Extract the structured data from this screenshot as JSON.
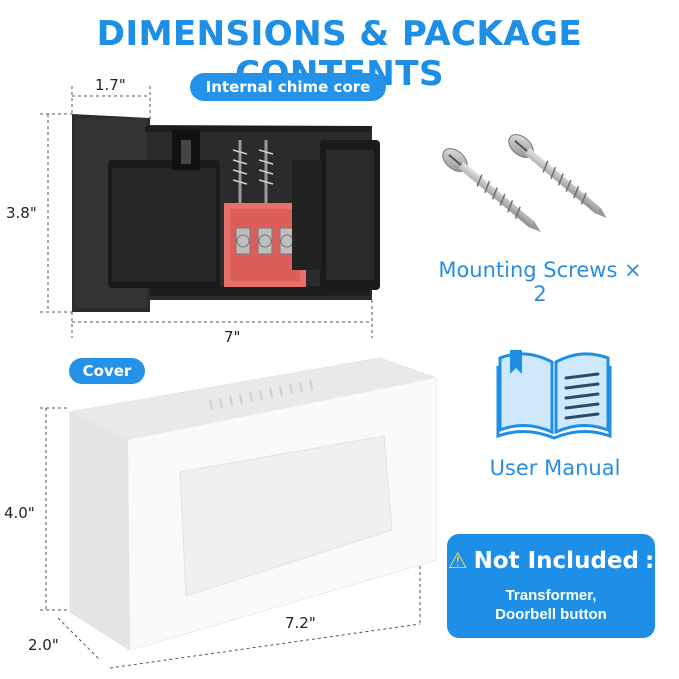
{
  "title": "DIMENSIONS & PACKAGE CONTENTS",
  "core_label": "Internal chime core",
  "cover_label": "Cover",
  "core_dims": {
    "depth": "1.7\"",
    "height": "3.8\"",
    "width": "7\""
  },
  "cover_dims": {
    "height": "4.0\"",
    "width": "7.2\"",
    "depth": "2.0\""
  },
  "screws_label": "Mounting Screws × 2",
  "manual_label": "User Manual",
  "not_included": {
    "heading": "Not Included",
    "items_line1": "Transformer,",
    "items_line2": "Doorbell button"
  },
  "colors": {
    "accent": "#1e8fe6",
    "warning": "#ffd24a",
    "housing": "#2b2b2b",
    "terminal": "#e8706a"
  }
}
